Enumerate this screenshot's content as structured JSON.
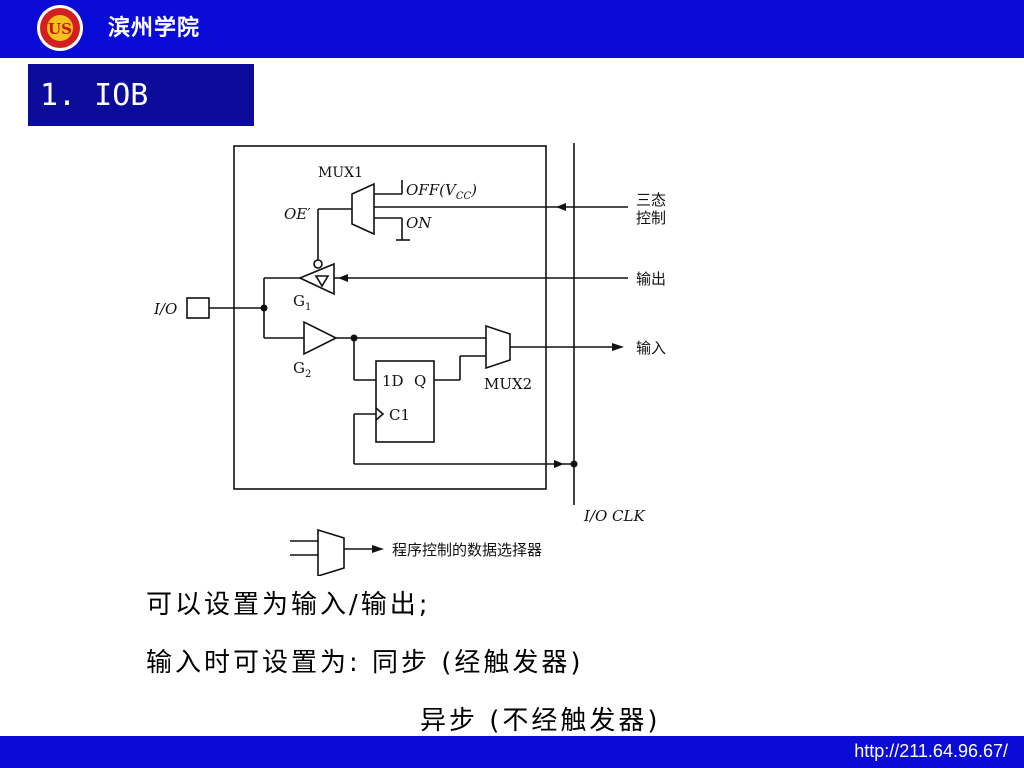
{
  "header": {
    "school_name": "滨州学院",
    "logo_text": "US"
  },
  "slide": {
    "title": "1.  IOB"
  },
  "diagram": {
    "mux1_label": "MUX1",
    "off_label": "OFF(V",
    "off_sub": "CC",
    "off_close": ")",
    "on_label": "ON",
    "oe_label": "OE′",
    "io_label": "I/O",
    "g1_label": "G",
    "g1_sub": "1",
    "g2_label": "G",
    "g2_sub": "2",
    "ff_d_label": "1D",
    "ff_q_label": "Q",
    "ff_c_label": "C1",
    "mux2_label": "MUX2",
    "tristate_line1": "三态",
    "tristate_line2": "控制",
    "output_label": "输出",
    "input_label": "输入",
    "ioclk_label": "I/O CLK",
    "legend_label": "程序控制的数据选择器"
  },
  "body": {
    "line1": "可以设置为输入/输出;",
    "line2": "输入时可设置为: 同步 (经触发器)",
    "line3": "异步 (不经触发器)"
  },
  "footer": {
    "url": "http://211.64.96.67/"
  },
  "colors": {
    "header_blue": "#0b0bd8",
    "title_navy": "#0c0c9a"
  }
}
